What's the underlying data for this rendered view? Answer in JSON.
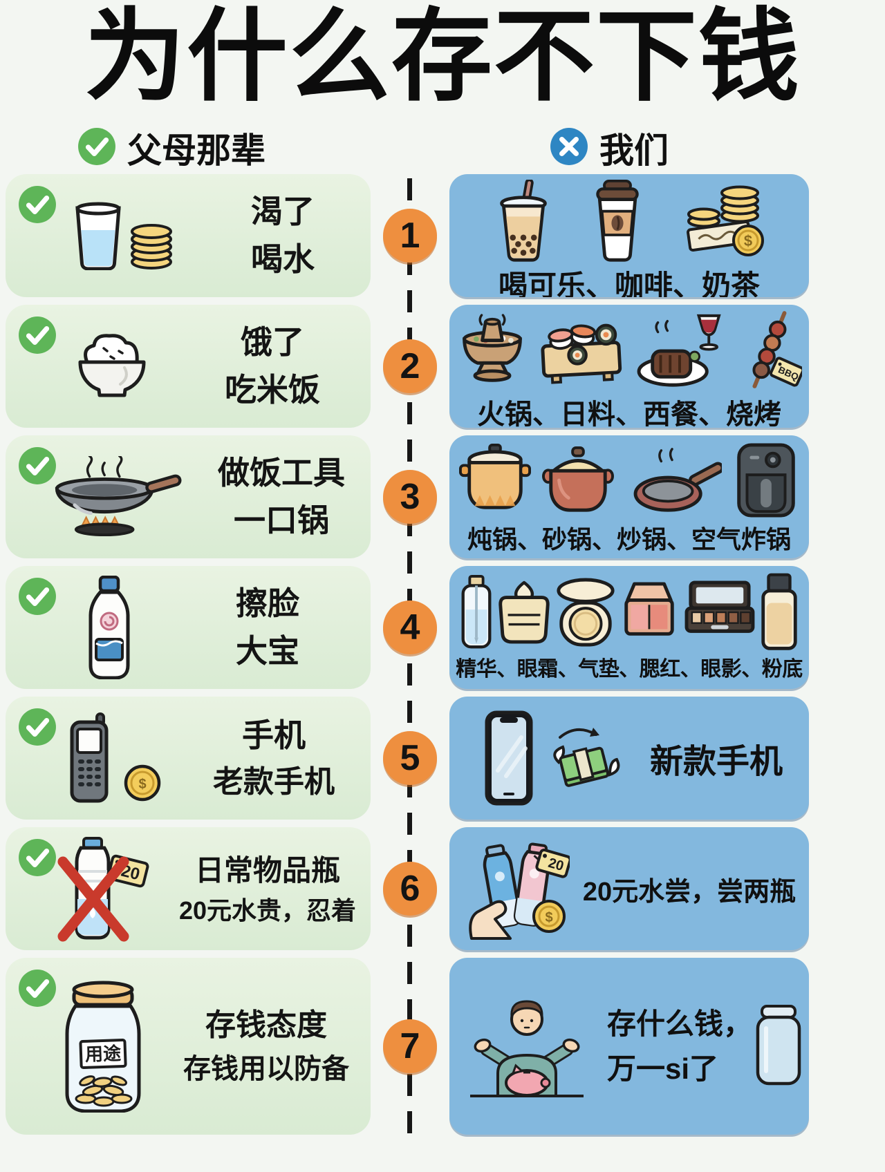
{
  "title": "为什么存不下钱",
  "header": {
    "left_label": "父母那辈",
    "left_icon": "check-circle-icon",
    "right_label": "我们",
    "right_icon": "x-circle-icon"
  },
  "colors": {
    "left_box_green": "#e3efdc",
    "right_box_blue": "#83b8de",
    "number_circle_orange": "#ee8f3f",
    "check_green": "#5eb558",
    "x_blue": "#2e86c3",
    "cross_red": "#c93a2c"
  },
  "labels": {
    "price_tag": "20",
    "bbq_tag": "BBQ",
    "jar_label": "用途",
    "dollar": "$"
  },
  "rows": [
    {
      "num": "1",
      "left": {
        "line1": "渴了",
        "line2": "喝水",
        "icons": [
          "water-glass-icon",
          "coin-stack-icon"
        ]
      },
      "right": {
        "caption": "喝可乐、咖啡、奶茶",
        "icons": [
          "bubble-tea-icon",
          "coffee-cup-icon",
          "money-coins-icon"
        ]
      }
    },
    {
      "num": "2",
      "left": {
        "line1": "饿了",
        "line2": "吃米饭",
        "icons": [
          "rice-bowl-icon"
        ]
      },
      "right": {
        "caption": "火锅、日料、西餐、烧烤",
        "icons": [
          "hotpot-icon",
          "sushi-icon",
          "steak-wine-icon",
          "bbq-skewer-icon"
        ]
      }
    },
    {
      "num": "3",
      "left": {
        "line1": "做饭工具",
        "line2": "一口锅",
        "icons": [
          "wok-icon"
        ]
      },
      "right": {
        "caption": "炖锅、砂锅、炒锅、空气炸锅",
        "icons": [
          "stew-pot-icon",
          "clay-pot-icon",
          "frying-pan-icon",
          "air-fryer-icon"
        ]
      }
    },
    {
      "num": "4",
      "left": {
        "line1": "擦脸",
        "line2": "大宝",
        "icons": [
          "lotion-bottle-icon"
        ]
      },
      "right": {
        "caption": "精华、眼霜、气垫、腮红、眼影、粉底",
        "icons": [
          "serum-icon",
          "cream-jar-icon",
          "cushion-icon",
          "blush-icon",
          "eyeshadow-icon",
          "foundation-icon"
        ]
      }
    },
    {
      "num": "5",
      "left": {
        "line1": "手机",
        "line2": "老款手机",
        "icons": [
          "old-phone-icon",
          "coin-icon"
        ]
      },
      "right": {
        "caption": "新款手机",
        "icons": [
          "smartphone-icon",
          "flying-money-icon"
        ]
      }
    },
    {
      "num": "6",
      "left": {
        "line1": "日常物品瓶",
        "line2": "20元水贵，忍着",
        "icons": [
          "crossed-bottle-icon"
        ]
      },
      "right": {
        "caption": "20元水尝，尝两瓶",
        "icons": [
          "hand-bottles-icon"
        ]
      }
    },
    {
      "num": "7",
      "left": {
        "line1": "存钱态度",
        "line2": "存钱用以防备",
        "icons": [
          "coin-jar-icon"
        ]
      },
      "right": {
        "caption1": "存什么钱，",
        "caption2": "万一si了",
        "icons": [
          "shrug-person-icon",
          "empty-jar-icon"
        ]
      }
    }
  ]
}
